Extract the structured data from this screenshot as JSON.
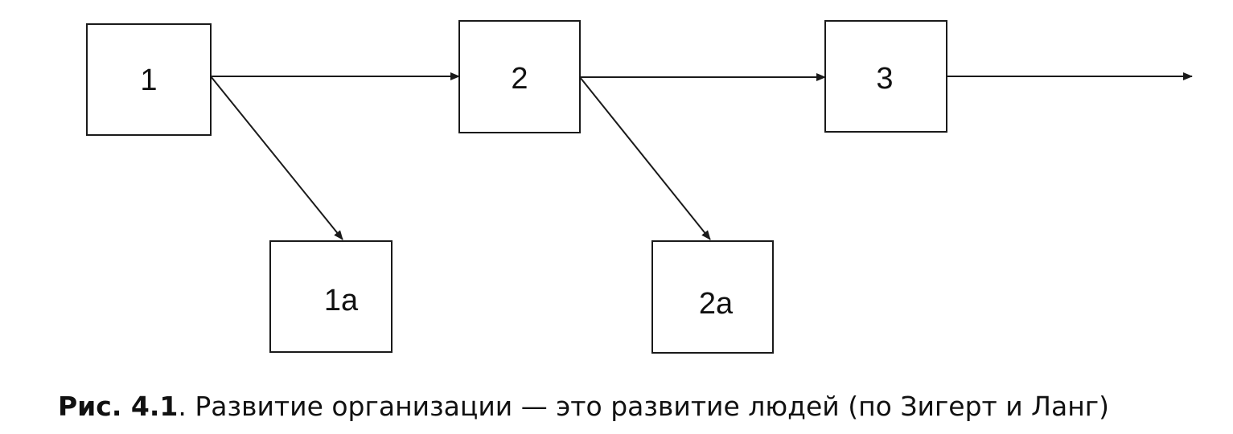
{
  "diagram": {
    "nodes": [
      {
        "id": "1",
        "label": "1"
      },
      {
        "id": "2",
        "label": "2"
      },
      {
        "id": "3",
        "label": "3"
      },
      {
        "id": "1a",
        "label": "1а"
      },
      {
        "id": "2a",
        "label": "2а"
      }
    ],
    "edges": [
      {
        "from": "1",
        "to": "2"
      },
      {
        "from": "2",
        "to": "3"
      },
      {
        "from": "3",
        "to": "out"
      },
      {
        "from": "1",
        "to": "1a"
      },
      {
        "from": "2",
        "to": "2a"
      }
    ]
  },
  "caption": {
    "label": "Рис. 4.1",
    "text": ". Развитие организации — это развитие людей (по Зигерт и Ланг)"
  },
  "colors": {
    "stroke": "#1a1a1a",
    "text": "#111111",
    "background": "#ffffff"
  }
}
